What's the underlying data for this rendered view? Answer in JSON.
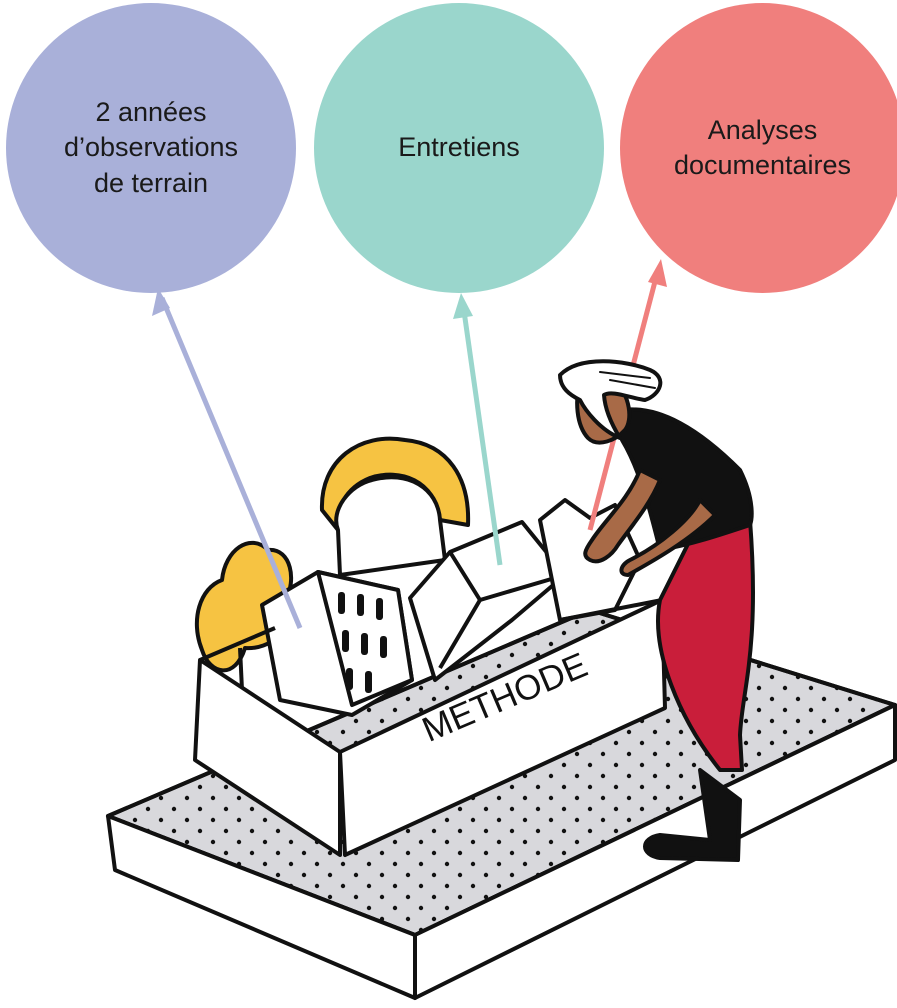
{
  "bubbles": [
    {
      "id": "observations",
      "lines": [
        "2 années",
        "d’observations",
        "de terrain"
      ],
      "color": "#a9b0d9"
    },
    {
      "id": "entretiens",
      "lines": [
        "Entretiens"
      ],
      "color": "#9ad6cc"
    },
    {
      "id": "analyses",
      "lines": [
        "Analyses",
        "documentaires"
      ],
      "color": "#f07f7d"
    }
  ],
  "box": {
    "label": "METHODE"
  },
  "colors": {
    "arrow_observations": "#a9b0d9",
    "arrow_entretiens": "#9ad6cc",
    "arrow_analyses": "#f07f7d",
    "figure_shirt": "#111111",
    "figure_pants": "#c91e3a",
    "figure_skin": "#a86a47",
    "blob_yellow": "#f6c342",
    "platform": "#d8d8dc"
  }
}
